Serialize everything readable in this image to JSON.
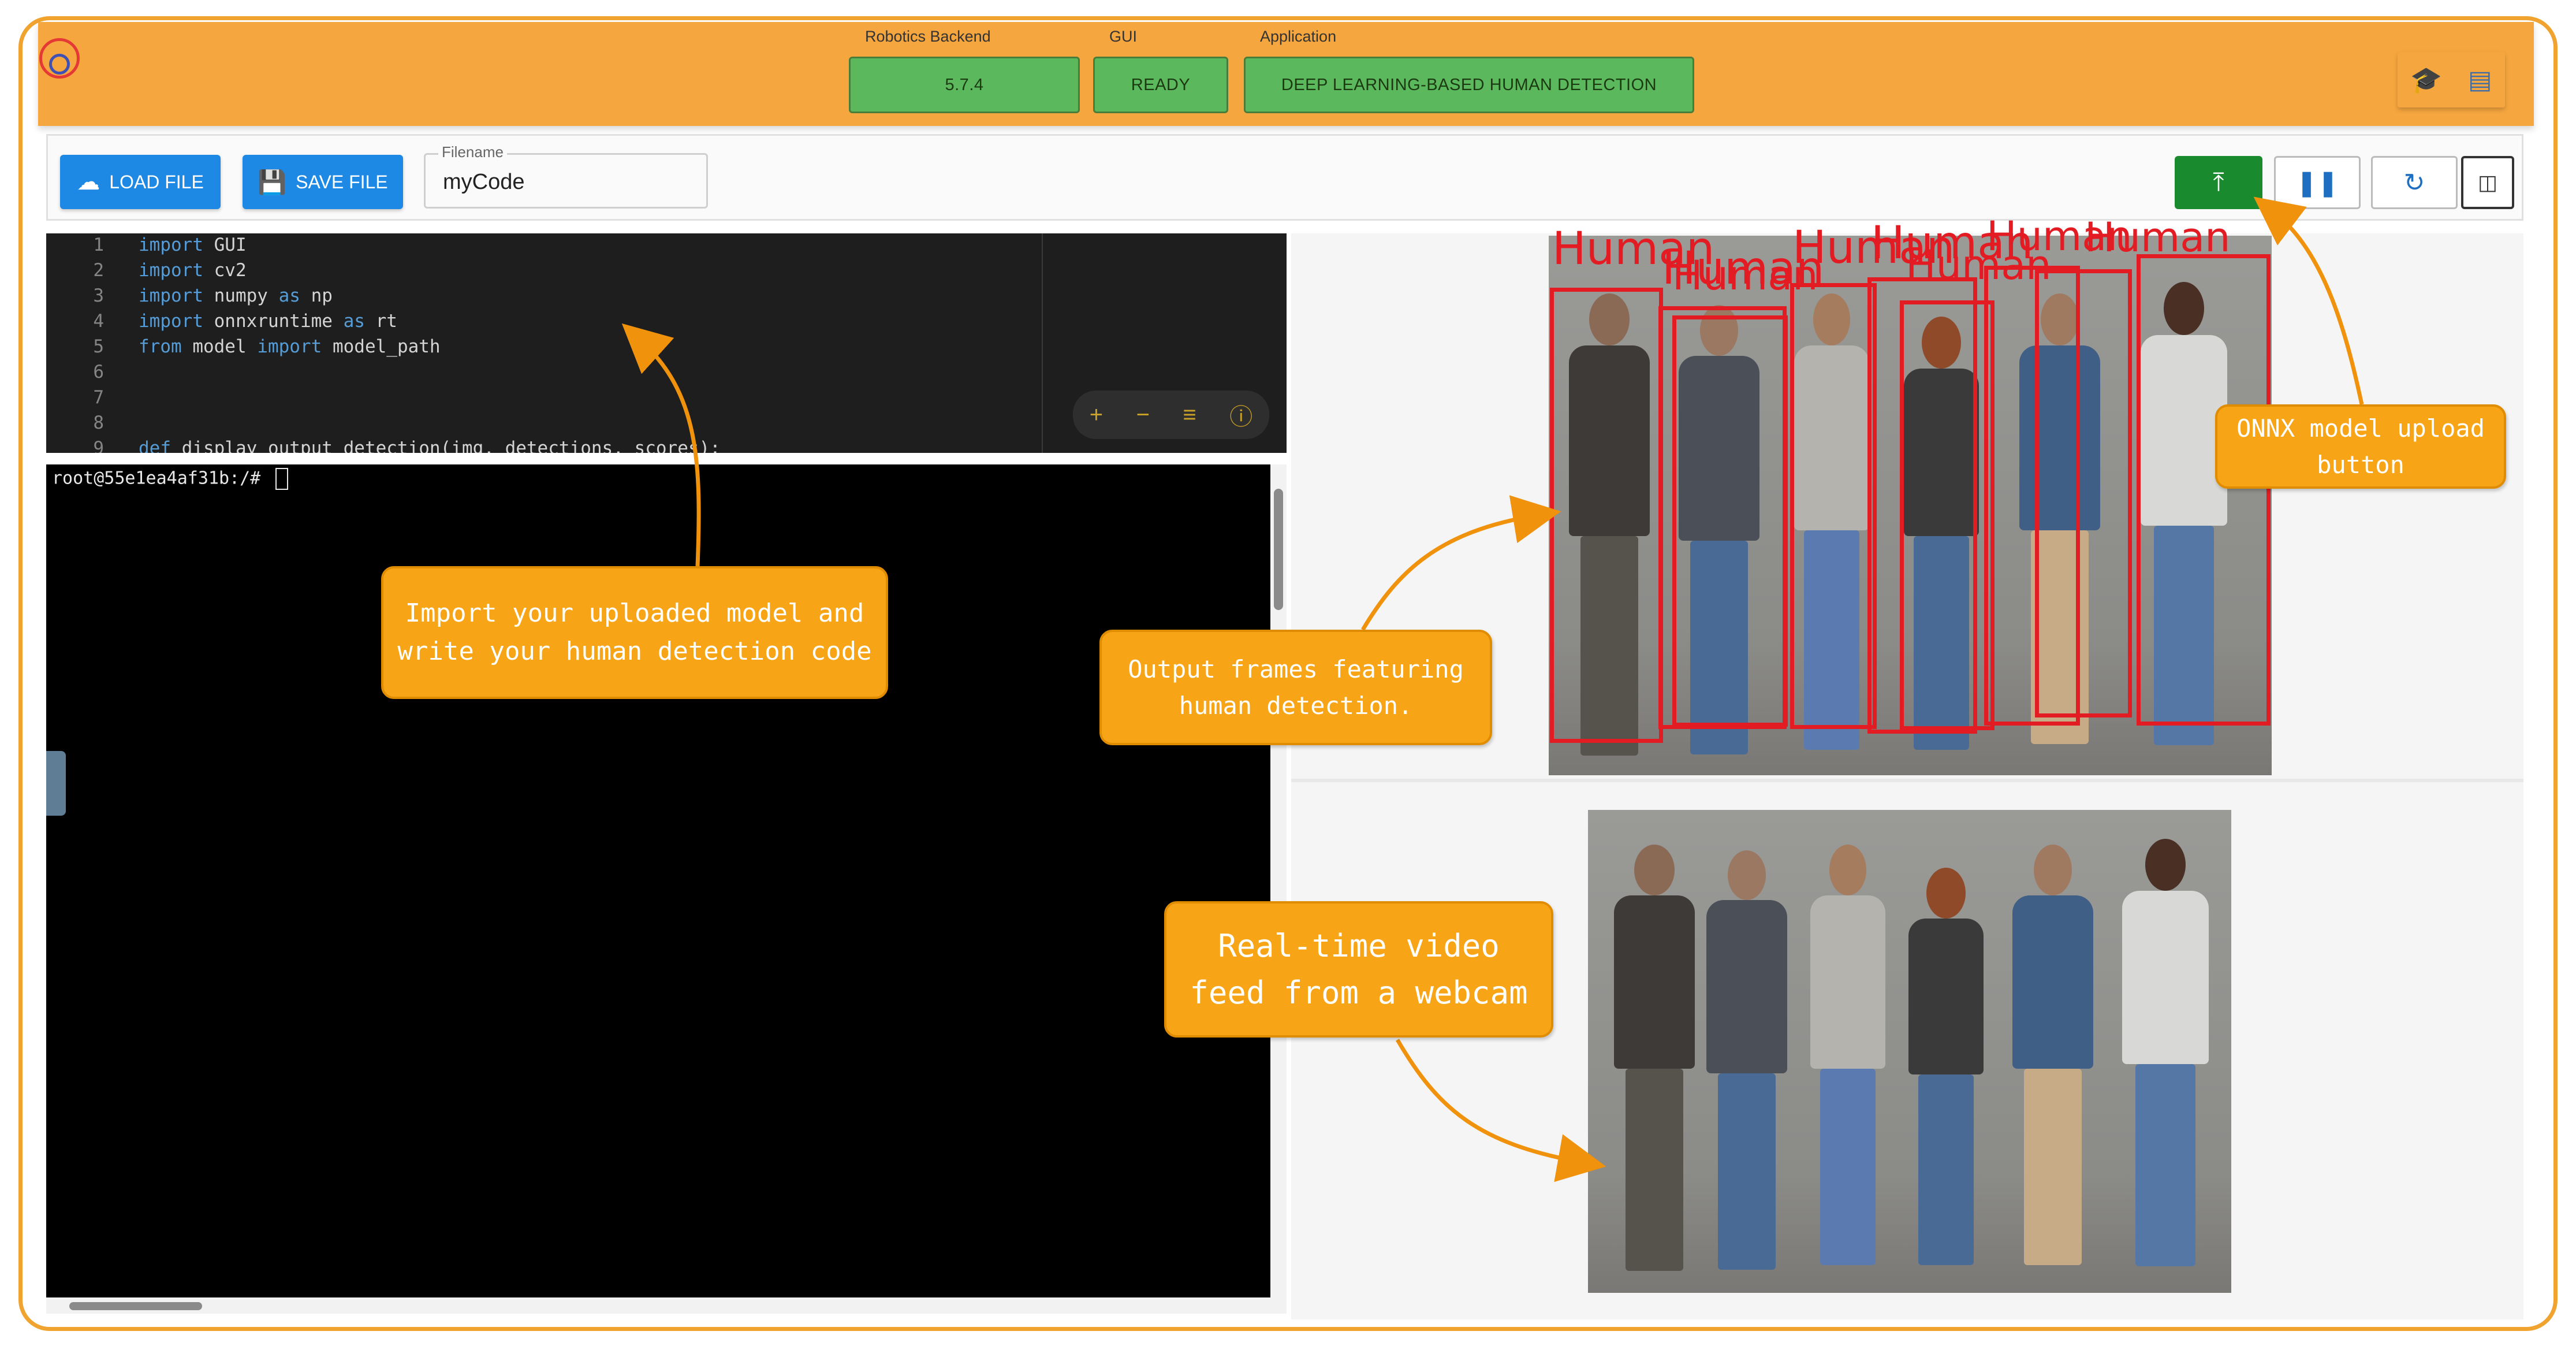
{
  "status": {
    "backend": {
      "caption": "Robotics Backend",
      "value": "5.7.4"
    },
    "gui": {
      "caption": "GUI",
      "value": "READY"
    },
    "application": {
      "caption": "Application",
      "value": "DEEP LEARNING-BASED HUMAN DETECTION"
    }
  },
  "toolbar": {
    "load_label": "LOAD FILE",
    "save_label": "SAVE FILE",
    "filename_label": "Filename",
    "filename_value": "myCode"
  },
  "editor": {
    "lines": [
      {
        "n": "1",
        "kw": "import",
        "rest": " GUI"
      },
      {
        "n": "2",
        "kw": "import",
        "rest": " cv2"
      },
      {
        "n": "3",
        "kw": "import",
        "rest": " numpy ",
        "kw2": "as",
        "rest2": " np"
      },
      {
        "n": "4",
        "kw": "import",
        "rest": " onnxruntime ",
        "kw2": "as",
        "rest2": " rt"
      },
      {
        "n": "5",
        "kw": "from",
        "rest": " model ",
        "kw2": "import",
        "rest2": " model_path"
      },
      {
        "n": "6",
        "kw": "",
        "rest": ""
      },
      {
        "n": "7",
        "kw": "",
        "rest": ""
      },
      {
        "n": "8",
        "kw": "",
        "rest": ""
      },
      {
        "n": "9",
        "kw": "def",
        "rest": " display_output_detection(img, detections, scores):"
      }
    ]
  },
  "terminal": {
    "prompt": "root@55e1ea4af31b:/# "
  },
  "detection": {
    "label": "Human"
  },
  "callouts": {
    "code": [
      "Import your uploaded model and",
      "write your human detection code"
    ],
    "output": [
      "Output frames featuring",
      "human detection."
    ],
    "webcam": [
      "Real-time video",
      "feed from a webcam"
    ],
    "upload": [
      "ONNX model upload",
      "button"
    ]
  },
  "colors": {
    "accent_orange": "#f6a63e",
    "status_green": "#5cb85c",
    "button_blue": "#1e88e5",
    "upload_green": "#1a8a2e",
    "bbox_red": "#e31b23"
  },
  "icons": {
    "load": "cloud-upload-icon",
    "save": "floppy-icon",
    "upload": "upload-icon",
    "pause": "pause-icon",
    "reset": "refresh-icon",
    "monitor": "monitor-icon"
  }
}
